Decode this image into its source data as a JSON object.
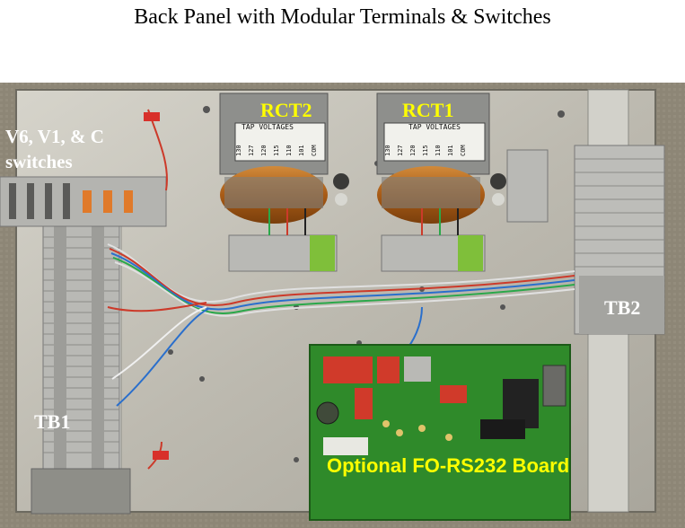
{
  "title": "Back Panel with Modular Terminals & Switches",
  "labels": {
    "switches_line1": "V6, V1, & C",
    "switches_line2": "switches",
    "rct2": "RCT2",
    "rct1": "RCT1",
    "tb2": "TB2",
    "tb1": "TB1",
    "board": "Optional FO-RS232 Board"
  },
  "transformer_taps": [
    "130",
    "127",
    "120",
    "115",
    "110",
    "101",
    "COM"
  ],
  "transformer_tap_caption": "TAP VOLTAGES",
  "colors": {
    "panel_frame": "#8f8878",
    "aluminum_plate": "#c9c7be",
    "terminal_gray": "#b8b8b4",
    "terminal_green": "#7fbf3a",
    "pcb_green": "#2f8a2a",
    "transformer_copper": "#b36a1e",
    "label_yellow": "#ffff00",
    "label_white": "#ffffff"
  }
}
